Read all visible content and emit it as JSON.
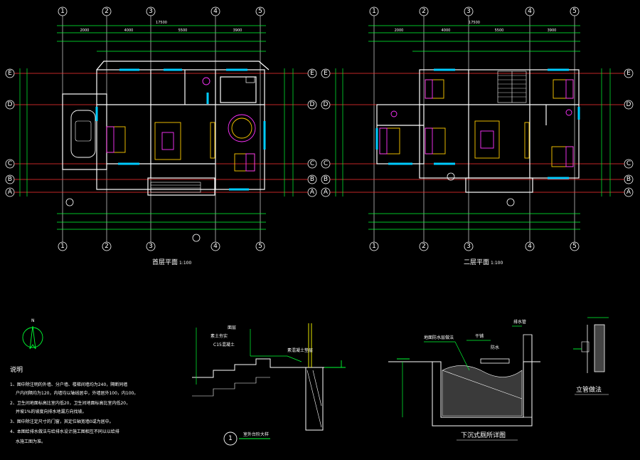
{
  "plans": {
    "left": {
      "axes_top": [
        "1",
        "2",
        "3",
        "4",
        "5"
      ],
      "axes_side": [
        "E",
        "D",
        "C",
        "B",
        "A"
      ],
      "total_dim": "17500",
      "dims_row1": [
        "2000",
        "4000",
        "5500",
        "3900"
      ],
      "caption": "首层平面",
      "scale": "1:100"
    },
    "right": {
      "axes_top": [
        "1",
        "2",
        "3",
        "4",
        "5"
      ],
      "axes_side": [
        "E",
        "D",
        "C",
        "B",
        "A"
      ],
      "total_dim": "17500",
      "dims_row1": [
        "2000",
        "4000",
        "5500",
        "3900"
      ],
      "caption": "二层平面",
      "scale": "1:100"
    }
  },
  "notes": {
    "heading": "说明",
    "items": [
      "1、图中除注明的外墙、分户墙、楼梯间墙均为240，隔断同墙",
      "户内间隔均为120，内墙均以轴线居中，外墙居外100，内100。",
      "2、卫生间地面标高比室内低20，卫生间地面标高比室内低20，",
      "并坡1%的坡度向排水地漏方向找坡。",
      "3、图中除注定尺寸的门窗，其定位轴宽墙0或为居中。",
      "4、本图给排水做法与给排水设计施工图相互不同以以给排",
      "水施工图为准。"
    ]
  },
  "details": {
    "detail1_number": "1",
    "detail1_label": "室外台阶大样",
    "detail2_label": "下沉式厕所详图",
    "detail3_label": "立管做法"
  },
  "colors": {
    "background": "#000000",
    "grid": "#ffffff",
    "dimension": "#00ff33",
    "axis_line": "#ff3333",
    "window": "#00ccff",
    "furniture": "#ffcc00",
    "accent": "#ff33ff"
  }
}
